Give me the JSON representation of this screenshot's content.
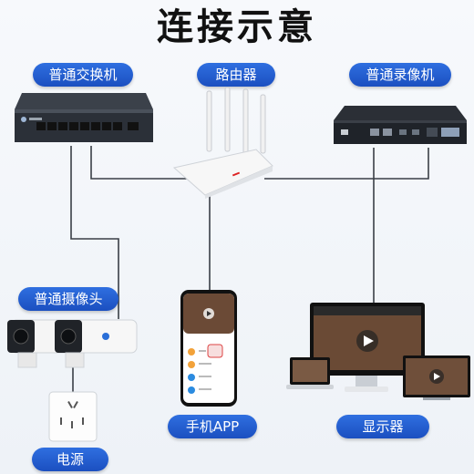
{
  "title": "连接示意",
  "labels": {
    "switch": "普通交换机",
    "router": "路由器",
    "nvr": "普通录像机",
    "camera": "普通摄像头",
    "phone": "手机APP",
    "monitor": "显示器",
    "power": "电源"
  },
  "colors": {
    "pill_blue": "#2266d8",
    "wire": "#3a3f46",
    "device_dark": "#2b2f36",
    "router_white": "#f4f4f4"
  }
}
